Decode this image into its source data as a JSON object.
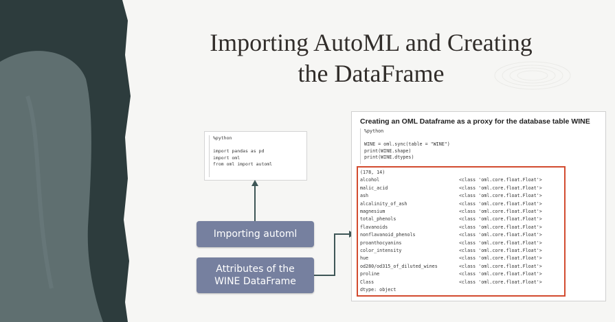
{
  "slide": {
    "title_line1": "Importing AutoML and Creating",
    "title_line2": "the DataFrame"
  },
  "code_import": {
    "lines": [
      "%python",
      "",
      "import pandas as pd",
      "import oml",
      "from oml import automl"
    ]
  },
  "callouts": {
    "importing": "Importing automl",
    "attributes_line1": "Attributes of the",
    "attributes_line2": "WINE DataFrame"
  },
  "notebook": {
    "title": "Creating an OML Dataframe as a proxy for the database table WINE",
    "code_lines": [
      "%python",
      "",
      "WINE = oml.sync(table = \"WINE\")",
      "print(WINE.shape)",
      "print(WINE.dtypes)"
    ],
    "output": {
      "shape": "(178, 14)",
      "rows": [
        {
          "col": "alcohol",
          "type": "<class 'oml.core.float.Float'>"
        },
        {
          "col": "malic_acid",
          "type": "<class 'oml.core.float.Float'>"
        },
        {
          "col": "ash",
          "type": "<class 'oml.core.float.Float'>"
        },
        {
          "col": "alcalinity_of_ash",
          "type": "<class 'oml.core.float.Float'>"
        },
        {
          "col": "magnesium",
          "type": "<class 'oml.core.float.Float'>"
        },
        {
          "col": "total_phenols",
          "type": "<class 'oml.core.float.Float'>"
        },
        {
          "col": "flavanoids",
          "type": "<class 'oml.core.float.Float'>"
        },
        {
          "col": "nonflavanoid_phenols",
          "type": "<class 'oml.core.float.Float'>"
        },
        {
          "col": "proanthocyanins",
          "type": "<class 'oml.core.float.Float'>"
        },
        {
          "col": "color_intensity",
          "type": "<class 'oml.core.float.Float'>"
        },
        {
          "col": "hue",
          "type": "<class 'oml.core.float.Float'>"
        },
        {
          "col": "od280/od315_of_diluted_wines",
          "type": "<class 'oml.core.float.Float'>"
        },
        {
          "col": "proline",
          "type": "<class 'oml.core.float.Float'>"
        },
        {
          "col": "Class",
          "type": "<class 'oml.core.float.Float'>"
        }
      ],
      "dtype": "dtype: object"
    }
  },
  "colors": {
    "background": "#f6f6f4",
    "decor_dark": "#2d3c3d",
    "decor_shape": "#5f6f70",
    "callout": "#76809f",
    "arrow": "#3e5656",
    "highlight": "#d24a2e"
  }
}
